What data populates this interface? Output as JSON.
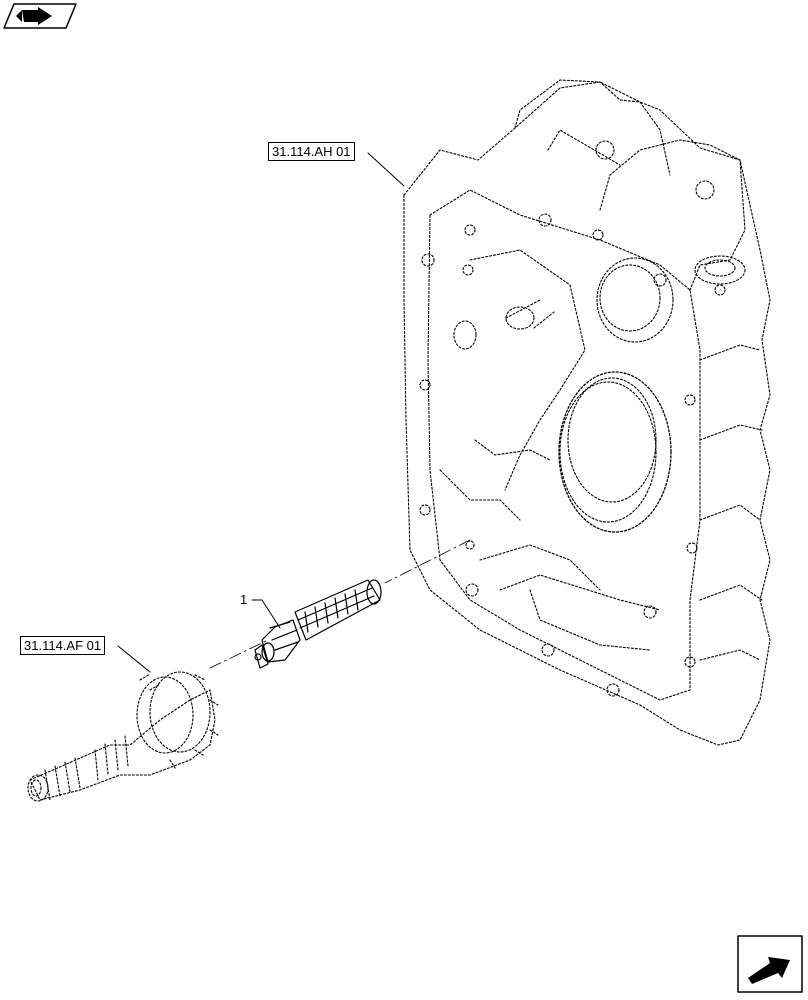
{
  "diagram": {
    "callouts": [
      {
        "id": "housing-ref",
        "text": "31.114.AH 01"
      },
      {
        "id": "shaft-ref",
        "text": "31.114.AF 01"
      }
    ],
    "item_number": "1"
  },
  "icons": {
    "top_left": "previous-page-arrow-icon",
    "bottom_right": "next-page-arrow-icon"
  }
}
